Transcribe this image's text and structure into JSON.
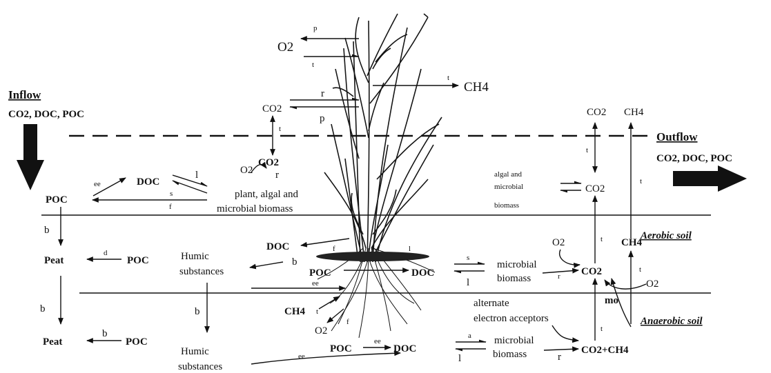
{
  "inflow": {
    "heading": "Inflow",
    "items": "CO2, DOC, POC"
  },
  "outflow": {
    "heading": "Outflow",
    "items": "CO2, DOC, POC"
  },
  "zones": {
    "aerobic": "Aerobic soil",
    "anaerobic": "Anaerobic soil"
  },
  "water": {
    "poc": "POC",
    "doc": "DOC",
    "co2": "CO2",
    "o2": "O2",
    "biomass_line1": "plant, algal and",
    "biomass_line2": "microbial biomass",
    "algal_line1": "algal and",
    "algal_line2": "microbial",
    "algal_line3": "biomass",
    "co2_right": "CO2",
    "co2_top_right": "CO2",
    "ch4_top_right": "CH4"
  },
  "atmosphere": {
    "o2": "O2",
    "co2": "CO2",
    "ch4": "CH4"
  },
  "aerobic": {
    "peat": "Peat",
    "poc": "POC",
    "humic_line1": "Humic",
    "humic_line2": "substances",
    "doc_left": "DOC",
    "poc_mid": "POC",
    "doc_mid": "DOC",
    "microbial": "microbial",
    "biomass": "biomass",
    "o2": "O2",
    "co2": "CO2",
    "ch4": "CH4",
    "o2_right": "O2",
    "mo": "mo"
  },
  "anaerobic": {
    "peat": "Peat",
    "poc": "POC",
    "humic_line1": "Humic",
    "humic_line2": "substances",
    "ch4": "CH4",
    "o2": "O2",
    "poc_mid": "POC",
    "doc_mid": "DOC",
    "acceptors_line1": "alternate",
    "acceptors_line2": "electron acceptors",
    "microbial": "microbial",
    "biomass": "biomass",
    "co2_ch4": "CO2+CH4"
  },
  "process_labels": {
    "p": "p",
    "t": "t",
    "r": "r",
    "ee": "ee",
    "s": "s",
    "f": "f",
    "l": "l",
    "b": "b",
    "d": "d",
    "a": "a"
  }
}
